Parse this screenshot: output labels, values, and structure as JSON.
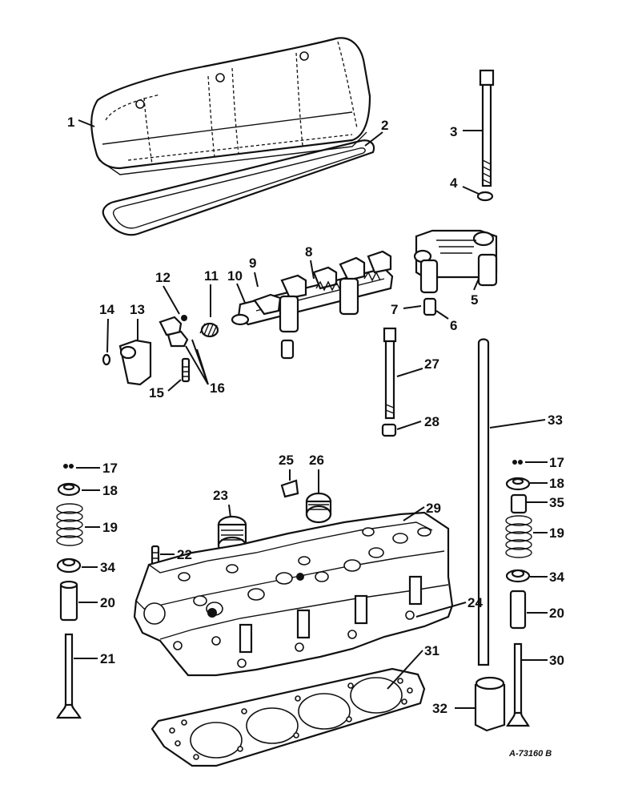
{
  "diagram": {
    "reference_code": "A-73160 B",
    "callouts": [
      {
        "id": "1",
        "label": "1"
      },
      {
        "id": "2",
        "label": "2"
      },
      {
        "id": "3",
        "label": "3"
      },
      {
        "id": "4",
        "label": "4"
      },
      {
        "id": "5",
        "label": "5"
      },
      {
        "id": "6",
        "label": "6"
      },
      {
        "id": "7",
        "label": "7"
      },
      {
        "id": "8",
        "label": "8"
      },
      {
        "id": "9",
        "label": "9"
      },
      {
        "id": "10",
        "label": "10"
      },
      {
        "id": "11",
        "label": "11"
      },
      {
        "id": "12",
        "label": "12"
      },
      {
        "id": "13",
        "label": "13"
      },
      {
        "id": "14",
        "label": "14"
      },
      {
        "id": "15",
        "label": "15"
      },
      {
        "id": "16",
        "label": "16"
      },
      {
        "id": "17a",
        "label": "17"
      },
      {
        "id": "17b",
        "label": "17"
      },
      {
        "id": "18a",
        "label": "18"
      },
      {
        "id": "18b",
        "label": "18"
      },
      {
        "id": "19a",
        "label": "19"
      },
      {
        "id": "19b",
        "label": "19"
      },
      {
        "id": "20a",
        "label": "20"
      },
      {
        "id": "20b",
        "label": "20"
      },
      {
        "id": "21",
        "label": "21"
      },
      {
        "id": "22",
        "label": "22"
      },
      {
        "id": "23",
        "label": "23"
      },
      {
        "id": "24",
        "label": "24"
      },
      {
        "id": "25",
        "label": "25"
      },
      {
        "id": "26",
        "label": "26"
      },
      {
        "id": "27",
        "label": "27"
      },
      {
        "id": "28",
        "label": "28"
      },
      {
        "id": "29",
        "label": "29"
      },
      {
        "id": "30",
        "label": "30"
      },
      {
        "id": "31",
        "label": "31"
      },
      {
        "id": "32",
        "label": "32"
      },
      {
        "id": "33",
        "label": "33"
      },
      {
        "id": "34a",
        "label": "34"
      },
      {
        "id": "34b",
        "label": "34"
      },
      {
        "id": "35",
        "label": "35"
      }
    ]
  }
}
